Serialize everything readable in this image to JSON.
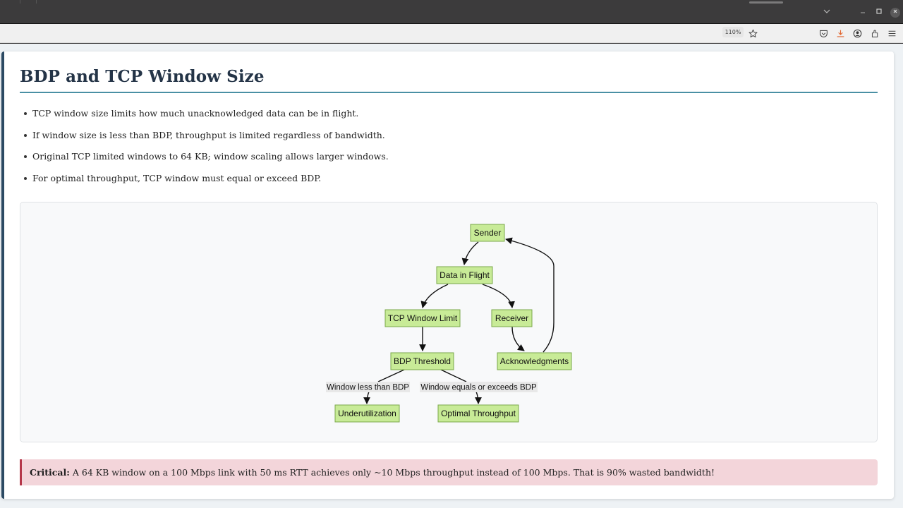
{
  "browser": {
    "zoom_level": "110%",
    "toolbar_icons": [
      "bookmark-star-icon",
      "pocket-icon",
      "download-icon",
      "account-icon",
      "extensions-icon",
      "menu-icon"
    ],
    "window_controls": [
      "list-tabs-icon",
      "minimize-icon",
      "maximize-icon",
      "close-icon"
    ],
    "colors": {
      "download_icon": "#e0652f",
      "titlebar": "#3c3b3c",
      "toolbar": "#f0f0f0"
    }
  },
  "page": {
    "title": "BDP and TCP Window Size",
    "bullets": [
      "TCP window size limits how much unacknowledged data can be in flight.",
      "If window size is less than BDP, throughput is limited regardless of bandwidth.",
      "Original TCP limited windows to 64 KB; window scaling allows larger windows.",
      "For optimal throughput, TCP window must equal or exceed BDP."
    ],
    "diagram": {
      "nodes": {
        "sender": "Sender",
        "data_in_flight": "Data in Flight",
        "tcp_window_limit": "TCP Window Limit",
        "receiver": "Receiver",
        "bdp_threshold": "BDP Threshold",
        "acknowledgments": "Acknowledgments",
        "underutilization": "Underutilization",
        "optimal_throughput": "Optimal Throughput"
      },
      "edge_labels": {
        "less": "Window less than BDP",
        "equal": "Window equals or exceeds BDP"
      },
      "edges": [
        [
          "Sender",
          "Data in Flight"
        ],
        [
          "Data in Flight",
          "TCP Window Limit"
        ],
        [
          "Data in Flight",
          "Receiver"
        ],
        [
          "TCP Window Limit",
          "BDP Threshold"
        ],
        [
          "Receiver",
          "Acknowledgments"
        ],
        [
          "Acknowledgments",
          "Sender"
        ],
        [
          "BDP Threshold",
          "Underutilization",
          "Window less than BDP"
        ],
        [
          "BDP Threshold",
          "Optimal Throughput",
          "Window equals or exceeds BDP"
        ]
      ],
      "colors": {
        "node_fill": "#c8eb97",
        "node_stroke": "#7aa84a"
      }
    },
    "alert": {
      "label": "Critical:",
      "text": " A 64 KB window on a 100 Mbps link with 50 ms RTT achieves only ~10 Mbps throughput instead of 100 Mbps. That is 90% wasted bandwidth!",
      "colors": {
        "background": "#f3d5da",
        "border": "#b5374a"
      }
    }
  }
}
